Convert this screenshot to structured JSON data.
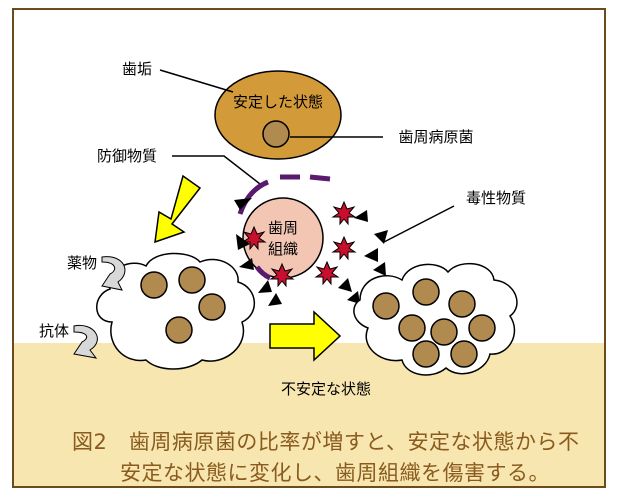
{
  "labels": {
    "plaque": "歯垢",
    "stable_state": "安定した状態",
    "periodontal_pathogen": "歯周病原菌",
    "defense_substance": "防御物質",
    "tissue_line1": "歯周",
    "tissue_line2": "組織",
    "toxin": "毒性物質",
    "drug": "薬物",
    "antibody": "抗体",
    "unstable_state": "不安定な状態"
  },
  "caption": {
    "line1": "図2　歯周病原菌の比率が増すと、安定な状態から不",
    "line2": "安定な状態に変化し、歯周組織を傷害する。"
  },
  "colors": {
    "frame_border": "#6b4a1c",
    "bottom_band": "#f7e6b0",
    "ellipse_fill": "#d39a3a",
    "bacteria_fill": "#b08a4e",
    "tissue_fill": "#f2c6b3",
    "toxin_fill": "#c8102e",
    "arrow_yellow": "#ffff00",
    "defense_dash": "#5a1a6e",
    "caption_text": "#8a5a1e"
  }
}
